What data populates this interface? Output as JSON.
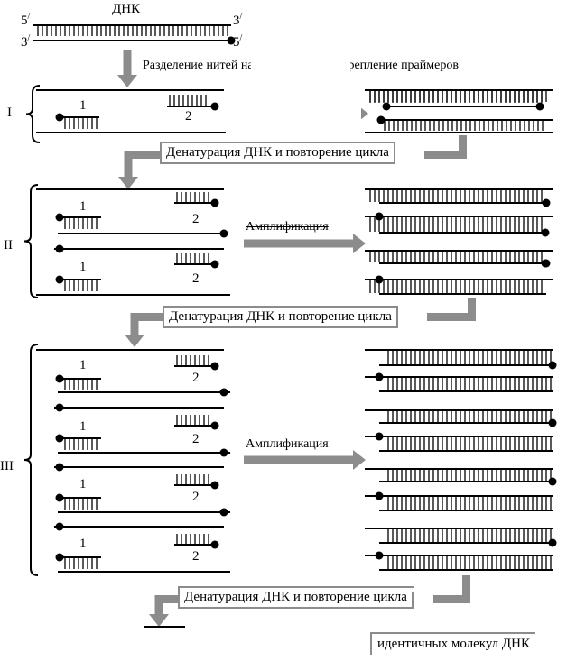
{
  "diagram": {
    "dna_label": "ДНК",
    "end_5": "5",
    "end_3": "3",
    "prime_mark": "/",
    "step_top_label": "Разделение нитей нагреванием и прикрепление праймеров",
    "denaturation_label": "Денатурация ДНК и повторение цикла",
    "amplification_label": "Амплификация",
    "result_label": "идентичных молекул ДНК",
    "primer_1": "1",
    "primer_2": "2",
    "cycles": [
      "I",
      "II",
      "III"
    ],
    "colors": {
      "arrow": "#8c8c8c",
      "strand": "#000000",
      "box_border": "#8c8c8c"
    }
  }
}
